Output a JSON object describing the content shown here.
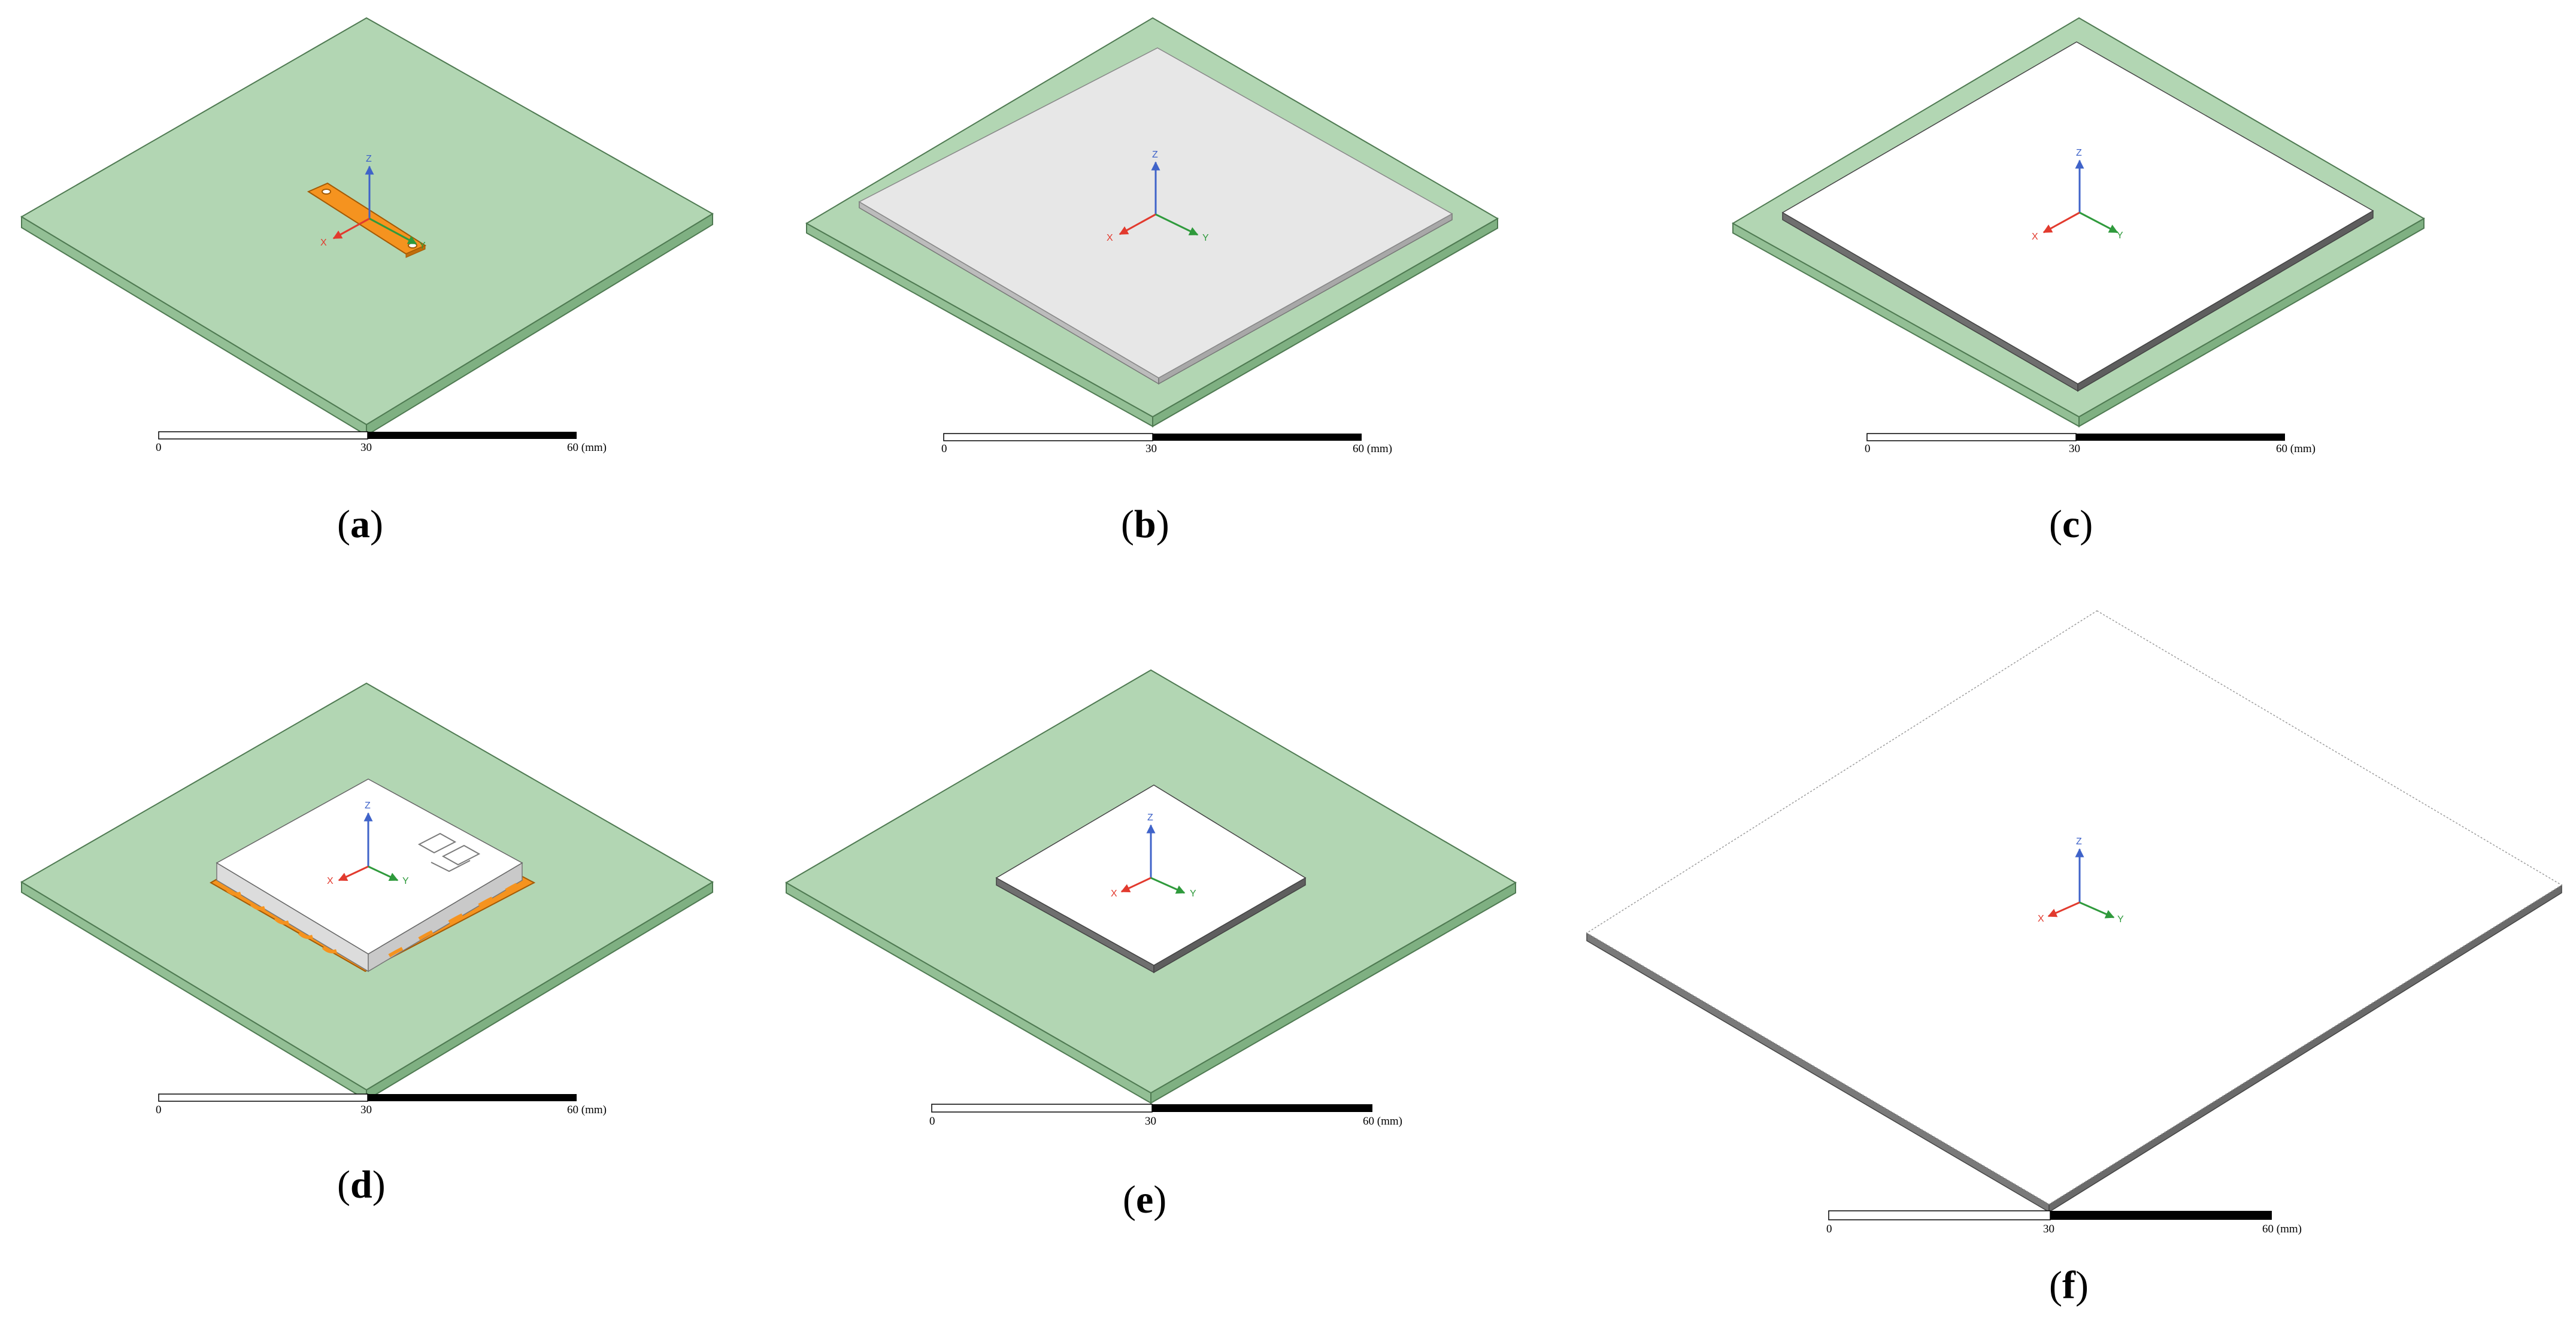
{
  "colors": {
    "substrate_top": "#b2d6b3",
    "substrate_side": "#93bf95",
    "substrate_edge": "#4f7a52",
    "copper": "#f5931f",
    "copper_edge": "#a35a05",
    "grey_layer": "#e7e7e7",
    "white_layer": "#ffffff",
    "dark_edge": "#555555",
    "axis_x": "#e23a2e",
    "axis_y": "#2f9a3c",
    "axis_z": "#3f63c9"
  },
  "axes": {
    "x_label": "X",
    "y_label": "Y",
    "z_label": "Z"
  },
  "scale_bar": {
    "tick_0": "0",
    "tick_30": "30",
    "tick_60": "60 (mm)"
  },
  "panels": [
    {
      "id": "a",
      "label": "a",
      "description_icon": "substrate-with-copper-strip"
    },
    {
      "id": "b",
      "label": "b",
      "description_icon": "substrate-with-grey-layer"
    },
    {
      "id": "c",
      "label": "c",
      "description_icon": "substrate-with-white-layer"
    },
    {
      "id": "d",
      "label": "d",
      "description_icon": "substrate-with-raised-module"
    },
    {
      "id": "e",
      "label": "e",
      "description_icon": "substrate-with-small-white-layer"
    },
    {
      "id": "f",
      "label": "f",
      "description_icon": "white-sheet"
    }
  ]
}
